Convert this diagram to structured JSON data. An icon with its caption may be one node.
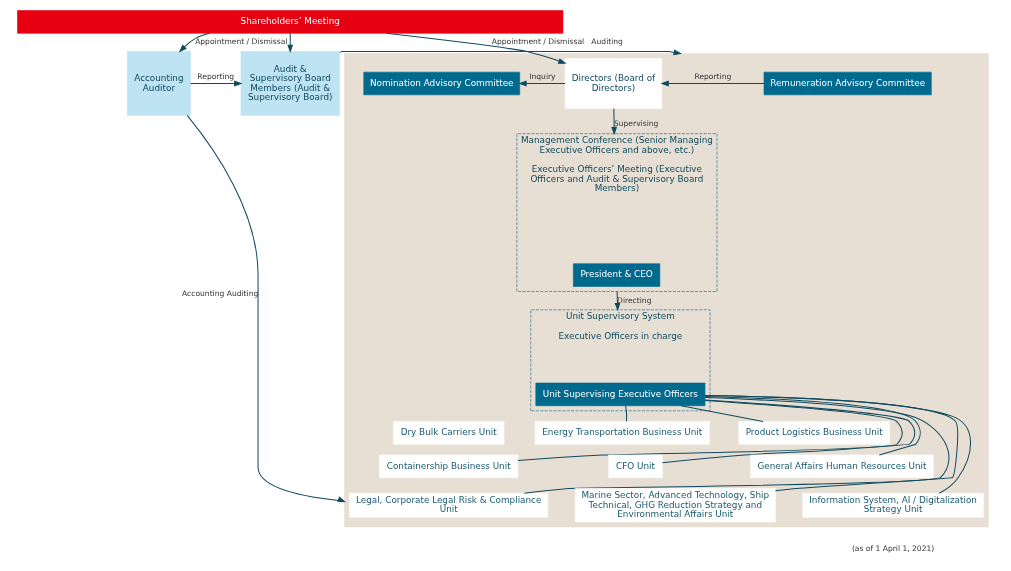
{
  "diagram": {
    "nodes": [
      {
        "text": [
          "Shareholders’ Meeting"
        ]
      },
      {
        "text": [
          "Accounting Auditor"
        ]
      },
      {
        "text": [
          "Audit & Supervisory Board Members (Audit & Supervisory Board)"
        ]
      },
      {
        "text": [],
        "shape": "box"
      },
      {
        "text": [
          "Directors (Board of Directors)"
        ],
        "in": 3
      },
      {
        "text": [
          "Nomination Advisory Committee"
        ],
        "in": 3
      },
      {
        "text": [
          "Remuneration Advisory Committee"
        ],
        "in": 3
      },
      {
        "text": [
          "Management Conference (Senior Managing Executive Officers and above, etc.)",
          "Executive Officers’ Meeting (Executive Officers and Audit & Supervisory Board Members)"
        ],
        "in": 3
      },
      {
        "text": [
          "President & CEO"
        ],
        "in": 7
      },
      {
        "text": [
          "Unit Supervisory System",
          "Executive Officers in charge"
        ],
        "in": 3
      },
      {
        "text": [
          "Unit Supervising Executive Officers"
        ],
        "in": 9
      },
      {
        "text": [
          "Dry Bulk Carriers Unit"
        ],
        "in": 3
      },
      {
        "text": [
          "Energy Transportation Business Unit"
        ],
        "in": 3
      },
      {
        "text": [
          "Product Logistics Business Unit"
        ],
        "in": 3
      },
      {
        "text": [
          "Containership Business Unit"
        ],
        "in": 3
      },
      {
        "text": [
          "CFO Unit"
        ],
        "in": 3
      },
      {
        "text": [
          "General Affairs Human Resources Unit"
        ],
        "in": 3
      },
      {
        "text": [
          "Legal, Corporate Legal Risk & Compliance Unit"
        ],
        "in": 3
      },
      {
        "text": [
          "Marine Sector, Advanced Technology, Ship Technical, GHG Reduction Strategy and Environmental Affairs Unit"
        ],
        "in": 3
      },
      {
        "text": [
          "Information System, AI / Digitalization Strategy Unit"
        ],
        "in": 3
      }
    ],
    "edges": [
      {
        "from": 0,
        "to": 1,
        "arrow": "to",
        "label": "Appointment / Dismissal"
      },
      {
        "from": 0,
        "to": 2,
        "arrow": "to"
      },
      {
        "from": 0,
        "to": 4,
        "arrow": "to",
        "label": "Appointment / Dismissal"
      },
      {
        "from": 1,
        "to": 2,
        "arrow": "to",
        "label": "Reporting"
      },
      {
        "from": 2,
        "to": 3,
        "arrow": "to",
        "label": "Auditing"
      },
      {
        "from": 1,
        "to": 3,
        "arrow": "to",
        "label": "Accounting Auditing"
      },
      {
        "from": 4,
        "to": 5,
        "arrow": "to",
        "label": "Inquiry"
      },
      {
        "from": 6,
        "to": 4,
        "arrow": "to",
        "label": "Reporting"
      },
      {
        "from": 4,
        "to": 7,
        "arrow": "to",
        "label": "Supervising"
      },
      {
        "from": 7,
        "to": 9,
        "arrow": "to",
        "label": "Directing"
      },
      {
        "from": 10,
        "to": 12,
        "arrow": "none"
      },
      {
        "from": 10,
        "to": 13,
        "arrow": "none"
      },
      {
        "from": 10,
        "to": 14,
        "arrow": "none"
      },
      {
        "from": 10,
        "to": 15,
        "arrow": "none"
      },
      {
        "from": 10,
        "to": 16,
        "arrow": "none"
      },
      {
        "from": 10,
        "to": 17,
        "arrow": "none"
      },
      {
        "from": 10,
        "to": 18,
        "arrow": "none"
      },
      {
        "from": 10,
        "to": 19,
        "arrow": "none"
      }
    ],
    "labels": [
      "(as of 1 April 1, 2021)"
    ]
  }
}
